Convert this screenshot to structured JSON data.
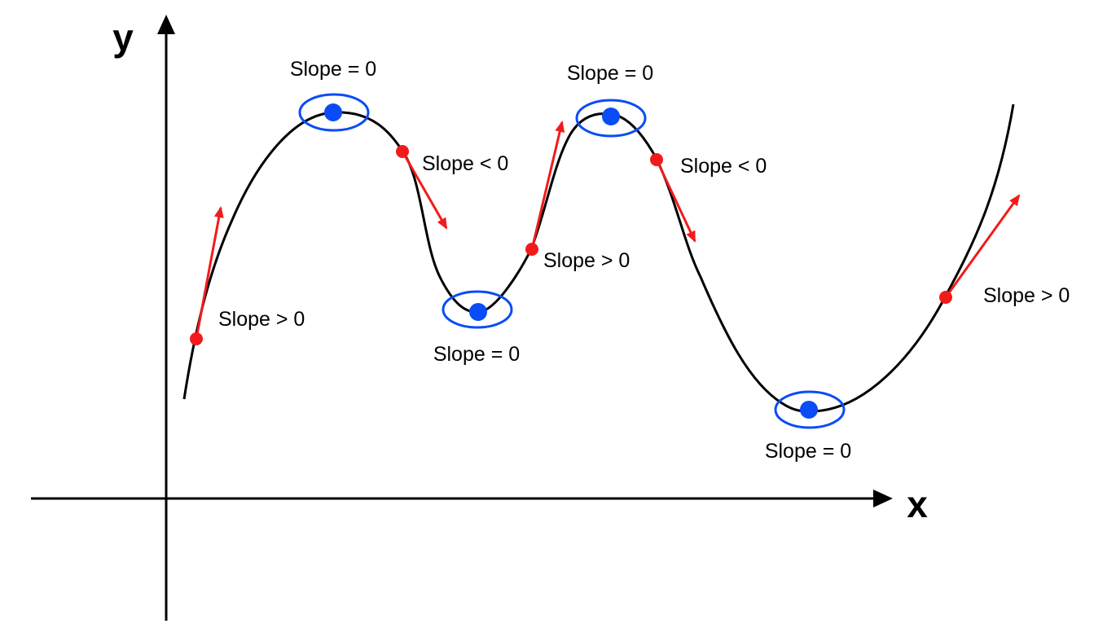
{
  "axes": {
    "x_label": "x",
    "y_label": "y"
  },
  "colors": {
    "curve": "#000000",
    "axis": "#000000",
    "tangent": "#f21b1b",
    "extremum": "#0a4cf5"
  },
  "annotations": {
    "stationary": [
      {
        "label": "Slope = 0"
      },
      {
        "label": "Slope = 0"
      },
      {
        "label": "Slope = 0"
      },
      {
        "label": "Slope = 0"
      }
    ],
    "tangents": [
      {
        "label": "Slope > 0"
      },
      {
        "label": "Slope < 0"
      },
      {
        "label": "Slope > 0"
      },
      {
        "label": "Slope < 0"
      },
      {
        "label": "Slope > 0"
      }
    ]
  }
}
